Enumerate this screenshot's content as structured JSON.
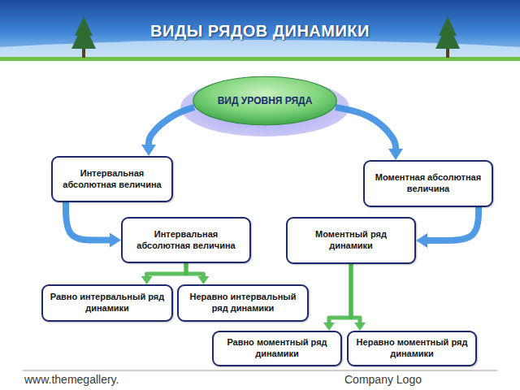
{
  "diagram": {
    "title": "ВИДЫ РЯДОВ ДИНАМИКИ",
    "nodes": [
      {
        "text": [
          "ВИД УРОВНЯ РЯДА"
        ]
      },
      {
        "text": [
          "Интервальная абсолютная величина"
        ]
      },
      {
        "text": [
          "Моментная абсолютная величина"
        ]
      },
      {
        "text": [
          "Интервальная абсолютная величина"
        ]
      },
      {
        "text": [
          "Моментный ряд динамики"
        ]
      },
      {
        "text": [
          "Равно интервальный ряд динамики"
        ]
      },
      {
        "text": [
          "Неравно интервальный ряд динамики"
        ]
      },
      {
        "text": [
          "Равно моментный ряд динамики"
        ]
      },
      {
        "text": [
          "Неравно моментный ряд динамики"
        ]
      }
    ],
    "edges": [
      {
        "from": 0,
        "to": 1,
        "arrow": "to"
      },
      {
        "from": 0,
        "to": 2,
        "arrow": "to"
      },
      {
        "from": 1,
        "to": 3,
        "arrow": "to"
      },
      {
        "from": 2,
        "to": 4,
        "arrow": "to"
      },
      {
        "from": 3,
        "to": 5,
        "arrow": "to"
      },
      {
        "from": 3,
        "to": 6,
        "arrow": "to"
      },
      {
        "from": 4,
        "to": 7,
        "arrow": "to"
      },
      {
        "from": 4,
        "to": 8,
        "arrow": "to"
      }
    ],
    "labels": [
      "www.themegallery.",
      "Company Logo"
    ]
  }
}
